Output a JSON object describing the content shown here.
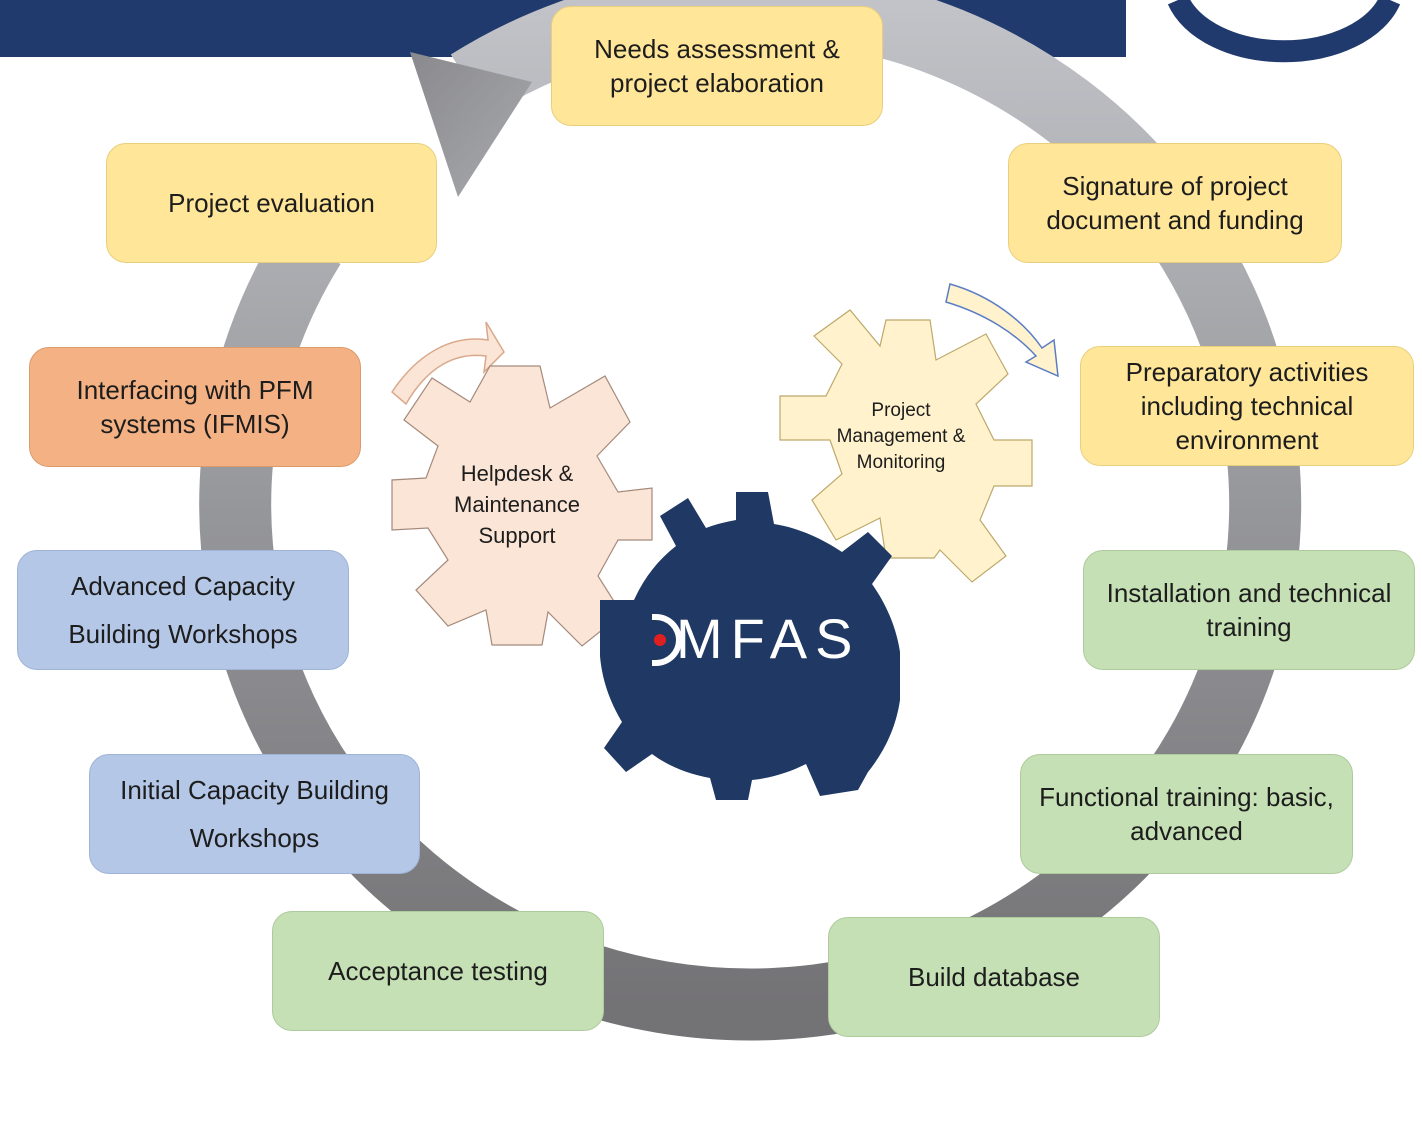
{
  "steps": {
    "needs": "Needs assessment & project elaboration",
    "signature": "Signature of project document and funding",
    "preparatory": "Preparatory activities including technical environment",
    "installation": "Installation and technical training",
    "functional": "Functional training: basic, advanced",
    "build": "Build database",
    "acceptance": "Acceptance testing",
    "initial": "Initial Capacity Building Workshops",
    "advanced": "Advanced Capacity Building Workshops",
    "interfacing": "Interfacing with PFM systems (IFMIS)",
    "evaluation": "Project evaluation"
  },
  "gears": {
    "helpdesk": "Helpdesk & Maintenance Support",
    "management": "Project Management & Monitoring",
    "logo": "MFAS"
  },
  "colors": {
    "banner": "#213a6d",
    "yellow": "#ffe699",
    "orange": "#f4b183",
    "blue": "#b4c7e7",
    "green": "#c5e0b4",
    "logo_gear": "#1f3864",
    "logo_dot": "#e02020"
  }
}
